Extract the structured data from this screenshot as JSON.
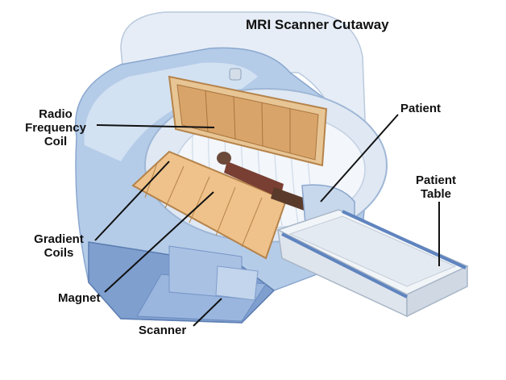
{
  "title": "MRI Scanner Cutaway",
  "labels": {
    "radio_frequency_coil": [
      "Radio",
      "Frequency",
      "Coil"
    ],
    "gradient_coils": [
      "Gradient",
      "Coils"
    ],
    "magnet": "Magnet",
    "scanner": "Scanner",
    "patient": "Patient",
    "patient_table": [
      "Patient",
      "Table"
    ]
  },
  "colors": {
    "housing": "#cfdff0",
    "housing_shadow": "#8fb0d6",
    "base": "#6d93c8",
    "coil": "#d9a46a",
    "coil_dark": "#b7824a",
    "table": "#eef2f6",
    "table_rail": "#5f84bf"
  }
}
